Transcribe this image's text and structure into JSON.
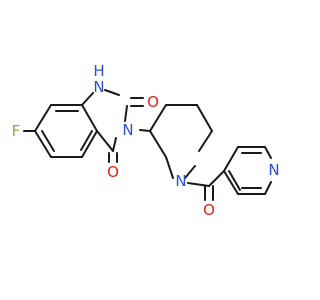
{
  "colors": {
    "bond": "#1a1a1a",
    "carbon": "#1a1a1a",
    "nitrogen": "#2d4fd6",
    "oxygen": "#e3201b",
    "fluorine": "#7ab842"
  },
  "atoms": {
    "nh": {
      "text": "H",
      "color_key": "nitrogen"
    },
    "n1": {
      "text": "N",
      "color_key": "nitrogen"
    },
    "o2": {
      "text": "O",
      "color_key": "oxygen"
    },
    "n3": {
      "text": "N",
      "color_key": "nitrogen"
    },
    "o4": {
      "text": "O",
      "color_key": "oxygen"
    },
    "f": {
      "text": "F",
      "color_key": "fluorine"
    },
    "npip": {
      "text": "N",
      "color_key": "nitrogen"
    },
    "ocarb": {
      "text": "O",
      "color_key": "oxygen"
    },
    "npyr": {
      "text": "N",
      "color_key": "nitrogen"
    }
  }
}
